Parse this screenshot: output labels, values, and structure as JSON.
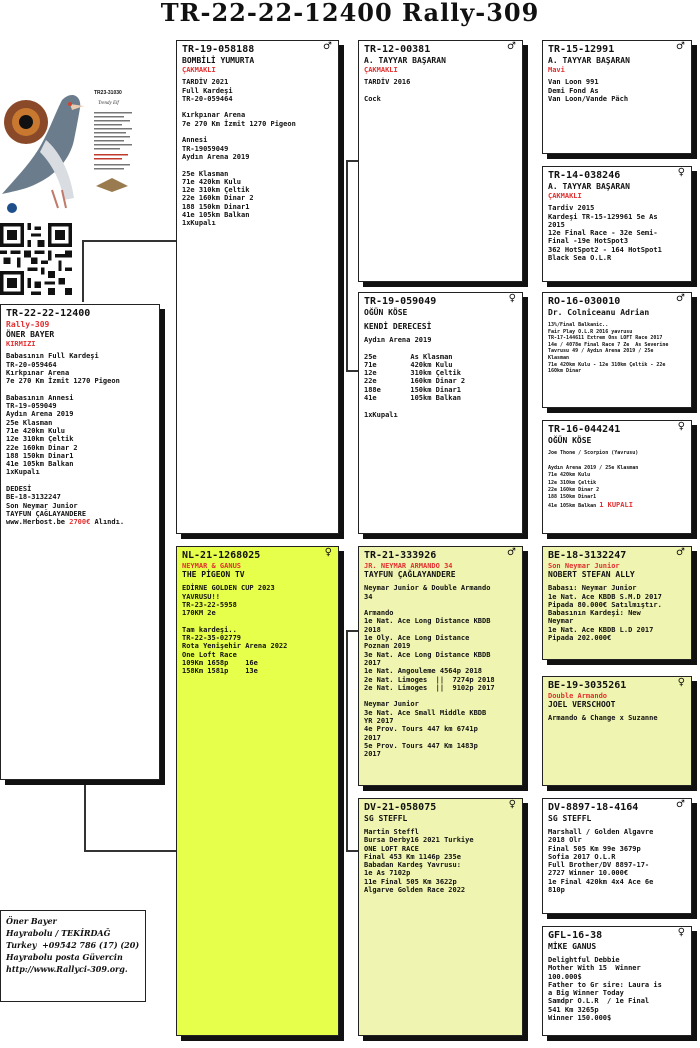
{
  "page_title": "TR-22-22-12400 Rally-309",
  "subject": {
    "ring": "TR-22-22-12400",
    "name": "Rally-309",
    "owner": "ÖNER BAYER",
    "color": "KIRMIZI",
    "details": "Babasının Full Kardeşi\nTR-20-059464\nKırkpınar Arena\n7e 270 Km İzmit 1270 Pigeon\n\nBabasının Annesi\nTR-19-059049\nAydın Arena 2019\n25e Klasman\n71e 420km Kulu\n12e 310km Çeltik\n22e 160km Dinar 2\n188 150km Dinar1\n41e 105km Balkan\n1xKupalı\n\nDEDESİ\nBE-18-3132247\nSon Neymar Junior\nTAYFUN ÇAĞLAYANDERE\nwww.Herbost.be",
    "price_text": "2700€",
    "price_suffix": " Alındı."
  },
  "contact": {
    "text": "Öner Bayer\nHayrabolu / TEKİRDAĞ\nTurkey  +09542 786 (17) (20)\nHayrabolu posta Güvercin\nhttp://www.Rallyci-309.org."
  },
  "flyer": {
    "code": "TR23-31030",
    "signature": "Trendy Elf"
  },
  "pedigree": {
    "sire": {
      "ring": "TR-19-058188",
      "sex": "♂",
      "name": "BOMBİLİ YUMURTA",
      "color": "ÇAKMAKLI",
      "details": "TARDİV 2021\nFull Kardeşi\nTR-20-059464\n\nKırkpınar Arena\n7e 270 Km İzmit 1270 Pigeon\n\nAnnesi\nTR-19059049\nAydın Arena 2019\n\n25e Klasman\n71e 420km Kulu\n12e 310km Çeltik\n22e 160km Dinar 2\n188 150km Dinar1\n41e 105km Balkan\n1xKupalı"
    },
    "dam": {
      "ring": "NL-21-1268025",
      "sex": "♀",
      "name": "NEYMAR & GANUS",
      "owner": "THE PİGEON TV",
      "details": "EDİRNE GOLDEN CUP 2023\nYAVRUSU!!\nTR-23-22-5958\n170KM 2e\n\nTam kardeşi..\nTR-22-35-02779\nRota Yenişehir Arena 2022\nOne Loft Race\n109Km 1658p    16e\n158Km 1581p    13e"
    },
    "ss": {
      "ring": "TR-12-00381",
      "sex": "♂",
      "name": "A. TAYYAR BAŞARAN",
      "color": "ÇAKMAKLI",
      "details": "TARDİV 2016\n\nCock"
    },
    "sd": {
      "ring": "TR-19-059049",
      "sex": "♀",
      "name": "OĞÜN KÖSE",
      "color": "KENDİ DERECESİ",
      "details": "Aydın Arena 2019\n\n25e        As Klasman\n71e        420km Kulu\n12e        310km Çeltik\n22e        160km Dinar 2\n188e       150km Dinar1\n41e        105km Balkan\n\n1xKupalı"
    },
    "ds": {
      "ring": "TR-21-333926",
      "sex": "♂",
      "name": "JR. NEYMAR ARMANDO 34",
      "owner": "TAYFUN ÇAĞLAYANDERE",
      "details": "Neymar Junior & Double Armando\n34\n\nArmando\n1e Nat. Ace Long Distance KBDB\n2018\n1e Oly. Ace Long Distance\nPoznan 2019\n3e Nat. Ace Long Distance KBDB\n2017\n1e Nat. Angouleme 4564p 2018\n2e Nat. Limoges  ||  7274p 2018\n2e Nat. Limoges  ||  9102p 2017\n\nNeymar Junior\n3e Nat. Ace Small Middle KBDB\nYR 2017\n4e Prov. Tours 447 km 6741p\n2017\n5e Prov. Tours 447 Km 1483p\n2017"
    },
    "dd": {
      "ring": "DV-21-058075",
      "sex": "♀",
      "name": "SG STEFFL",
      "details": "Martin Steffl\nBursa Derby16 2021 Turkiye\nONE LOFT RACE\nFinal 453 Km 1146p 235e\nBabadan Kardeş Yavrusu:\n1e As 7102p\n11e Final 505 Km 3622p\nAlgarve Golden Race 2022"
    },
    "sss": {
      "ring": "TR-15-12991",
      "sex": "♂",
      "name": "A. TAYYAR BAŞARAN",
      "color": "Mavi",
      "details": "Van Loon 991\nDemi Fond As\nVan Loon/Vande Päch"
    },
    "ssd": {
      "ring": "TR-14-038246",
      "sex": "♀",
      "name": "A. TAYYAR BAŞARAN",
      "color": "ÇAKMAKLI",
      "details": "Tardiv 2015\nKardeşi TR-15-129961 5e As\n2015\n12e Final Race - 32e Semi-\nFinal -19e HotSpot3\n362 HotSpot2 - 164 HotSpot1\nBlack Sea O.L.R"
    },
    "sds": {
      "ring": "RO-16-030010",
      "sex": "♂",
      "name": "Dr. Colniceanu Adrian",
      "details": "13%/Final Balkanic..\nFair Play O.L.R 2016 yavrusu\nTR-17-144611 Extrem Ons LOFT Race 2017\n14e / 4078e Final Race 7 Ze  As Severine\nTavrusu 49 / Aydın Arena 2019 / 25e\nKlasman\n71e 420km Kulu - 12e 310km Çeltik - 22e\n160km Dinar"
    },
    "sdd": {
      "ring": "TR-16-044241",
      "sex": "♀",
      "name": "OĞÜN KÖSE",
      "details": "Joe Thone / Scorpion (Yavrusu)\n\nAydın Arena 2019 / 25e Klasman\n71e 420km Kulu\n12e 310km Çeltik\n22e 160km Dinar 2\n188 150km Dinar1\n41e 105km Balkan",
      "kupali": "1 KUPALI"
    },
    "dss": {
      "ring": "BE-18-3132247",
      "sex": "♂",
      "name": "Son Neymar Junior",
      "owner": "NOBERT STEFAN ALLY",
      "details": "Babası: Neymar Junior\n1e Nat. Ace KBDB S.M.D 2017\nPipada 80.000€ Satılmıştır.\nBabasının Kardeşi: New\nNeymar\n1e Nat. Ace KBDB L.D 2017\nPipada 202.000€"
    },
    "dsd": {
      "ring": "BE-19-3035261",
      "sex": "♀",
      "name": "Double Armando",
      "owner": "JOEL VERSCHOOT",
      "details": "Armando & Change x Suzanne"
    },
    "dds": {
      "ring": "DV-8897-18-4164",
      "sex": "♂",
      "name": "SG STEFFL",
      "details": "Marshall / Golden Algavre\n2018 Olr\nFinal 505 Km 99e 3679p\nSofia 2017 O.L.R\nFull Brother/DV 8897-17-\n2727 Winner 10.000€\n1e Final 420km 4x4 Ace 6e\n810p"
    },
    "ddd": {
      "ring": "GFL-16-38",
      "sex": "♀",
      "name": "MİKE GANUS",
      "details": "Delightful Debbie\nMother With 15  Winner\n100.000$\nFather to Gr sire: Laura is\na Big Winner Today\nSamdpr O.L.R  / 1e Final\n541 Km 3265p\nWinner 150.000$"
    }
  }
}
